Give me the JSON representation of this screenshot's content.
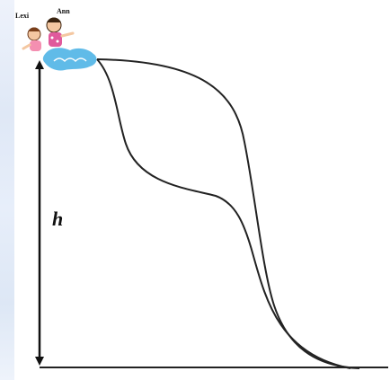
{
  "figure": {
    "height_label": "h",
    "character_labels": [
      "Lexi",
      "Ann"
    ]
  },
  "colors": {
    "lines": "#222222",
    "water": "#4fb4e6",
    "background_strip": "#e3ebf7"
  },
  "icons": [
    "children-on-water-slide-illustration",
    "arrow-up-icon",
    "arrow-down-icon"
  ]
}
